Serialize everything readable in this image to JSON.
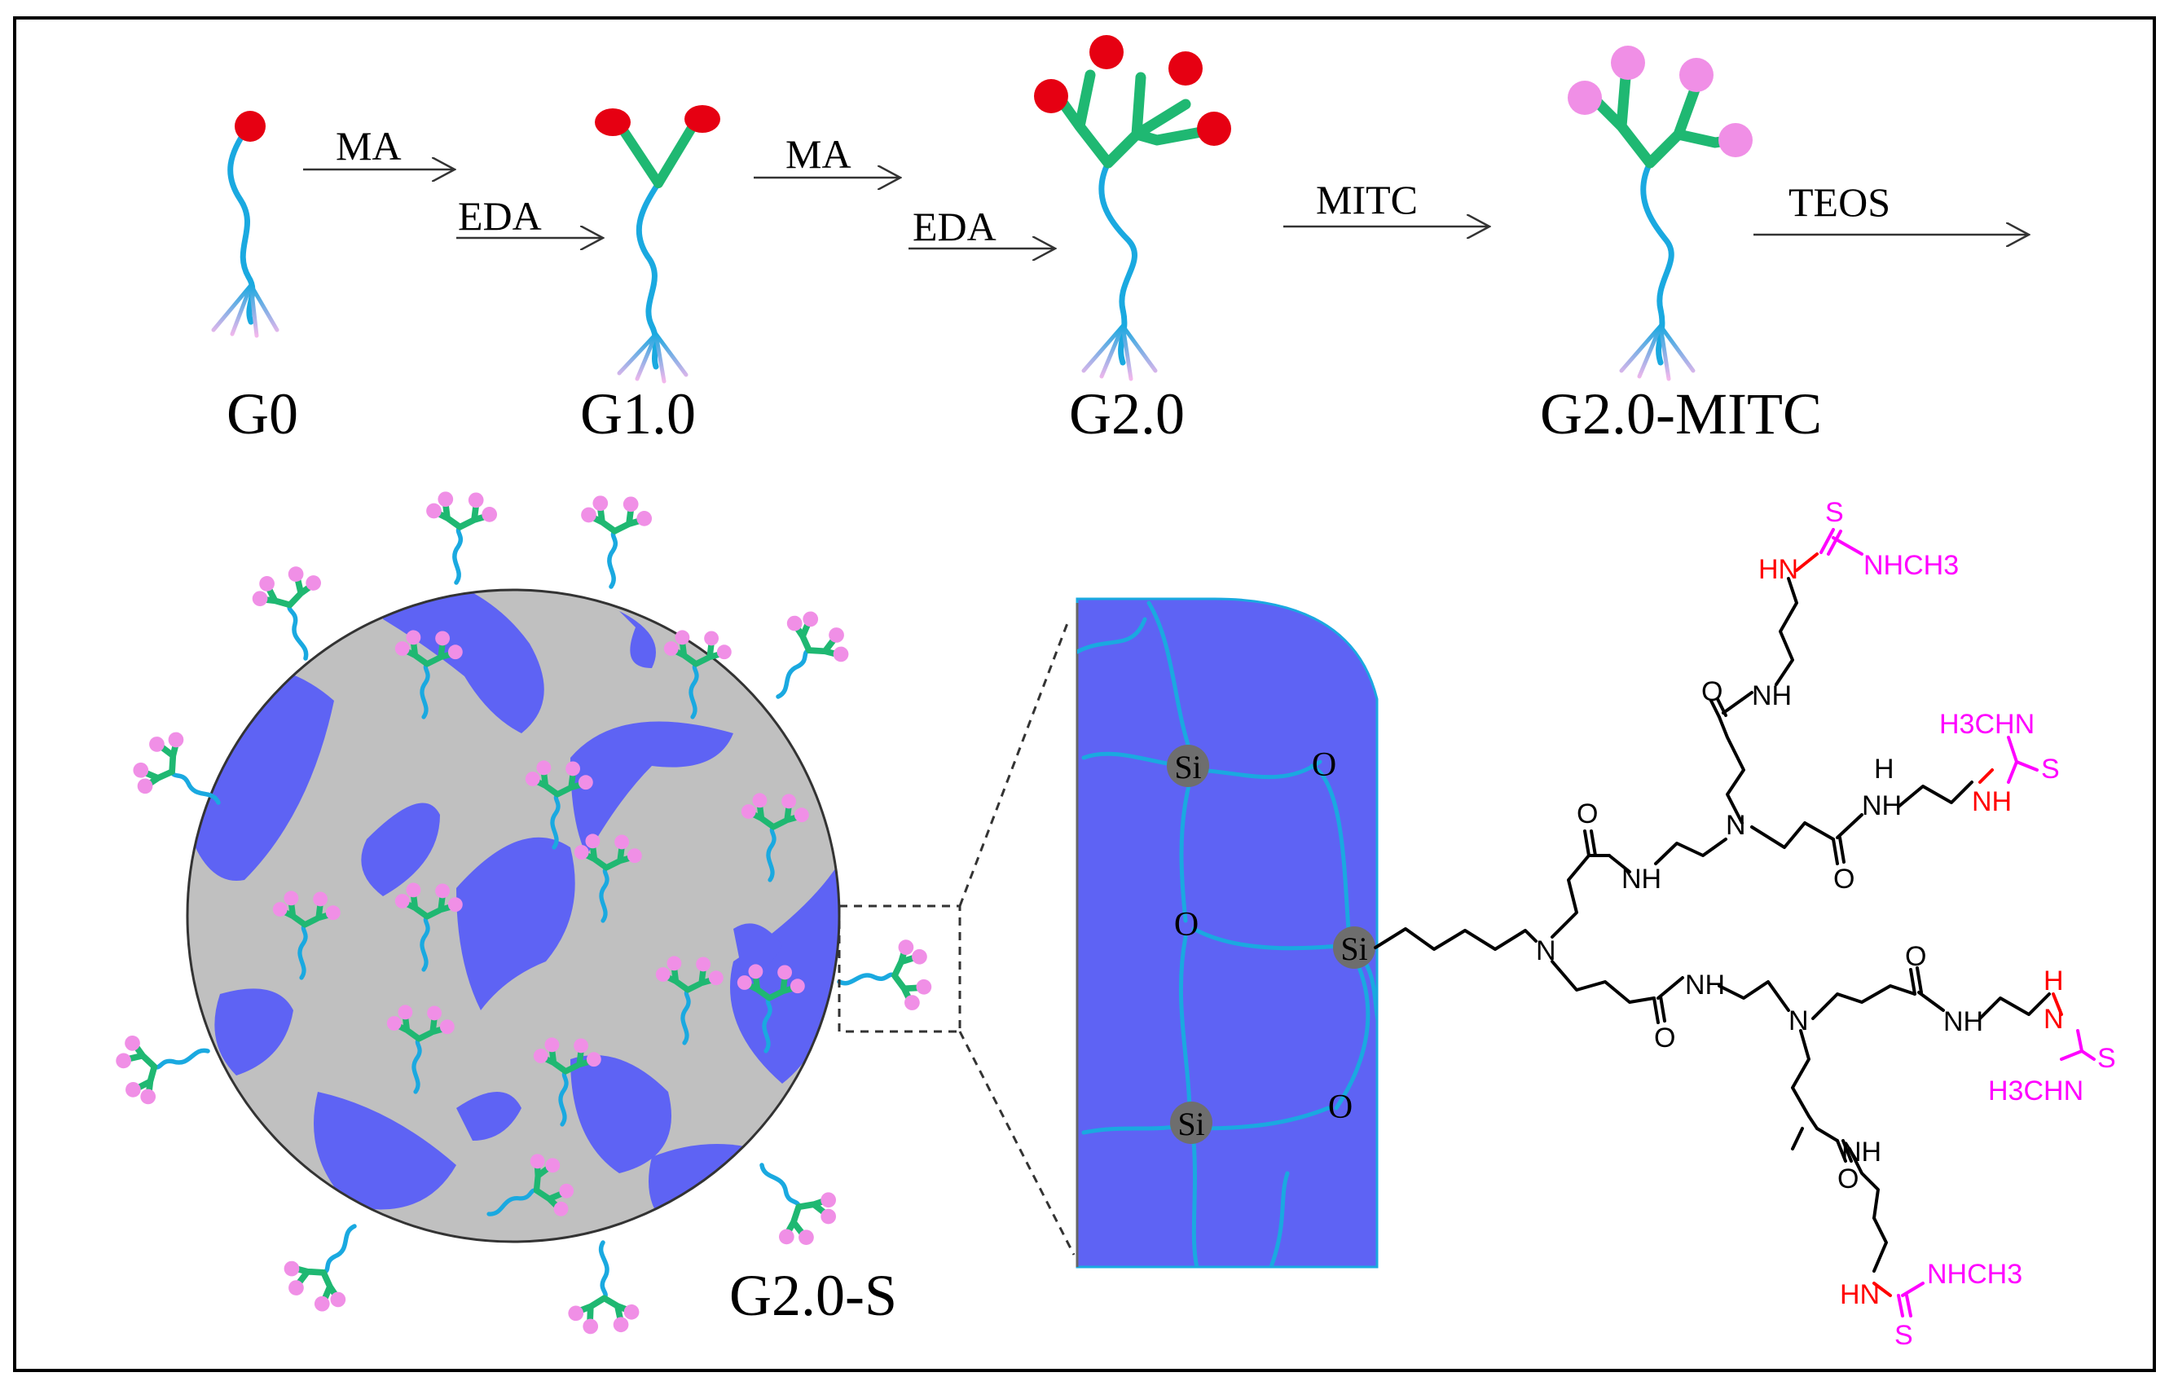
{
  "colors": {
    "stem": "#1aa9e0",
    "branch": "#1fb872",
    "branch_dark": "#14965e",
    "amine_end": "#e60012",
    "mitc_end": "#f08fe6",
    "silica_gray": "#c0c0c0",
    "silica_blue": "#5e63f4",
    "chem_red": "#ff0000",
    "chem_magenta": "#ff00ff",
    "ink": "#000000"
  },
  "scheme": {
    "arrows": {
      "ma_1": "MA",
      "eda_1": "EDA",
      "ma_2": "MA",
      "eda_2": "EDA",
      "mitc": "MITC",
      "teos": "TEOS"
    },
    "labels": {
      "g0": "G0",
      "g1": "G1.0",
      "g2": "G2.0",
      "g2_mitc": "G2.0-MITC",
      "g2_s": "G2.0-S"
    }
  },
  "zoom": {
    "atoms": {
      "si_1": "Si",
      "si_2": "Si",
      "si_3": "Si",
      "o_1": "O",
      "o_2": "O",
      "o_3": "O"
    }
  },
  "structure": {
    "nitrogens": {
      "n_core": "N",
      "n_upper": "N",
      "n_lower": "N"
    },
    "nh": {
      "nh_1": "NH",
      "nh_2": "NH",
      "nh_3": "NH",
      "nh_4": "NH",
      "nh_5": "NH",
      "nh_6": "NH"
    },
    "oxygens": {
      "o_1": "O",
      "o_2": "O",
      "o_3": "O",
      "o_4": "O",
      "o_5": "O",
      "o_6": "O"
    },
    "thioureas": {
      "t1_hn": "HN",
      "t1_s": "S",
      "t1_tail": "NHCH3",
      "t2_head": "H3CHN",
      "t2_s": "S",
      "t2_nh": "NH",
      "t2_h": "H",
      "t3_h": "H",
      "t3_n": "N",
      "t3_s": "S",
      "t3_tail": "H3CHN",
      "t4_hn": "HN",
      "t4_tail": "NHCH3",
      "t4_s": "S"
    }
  }
}
